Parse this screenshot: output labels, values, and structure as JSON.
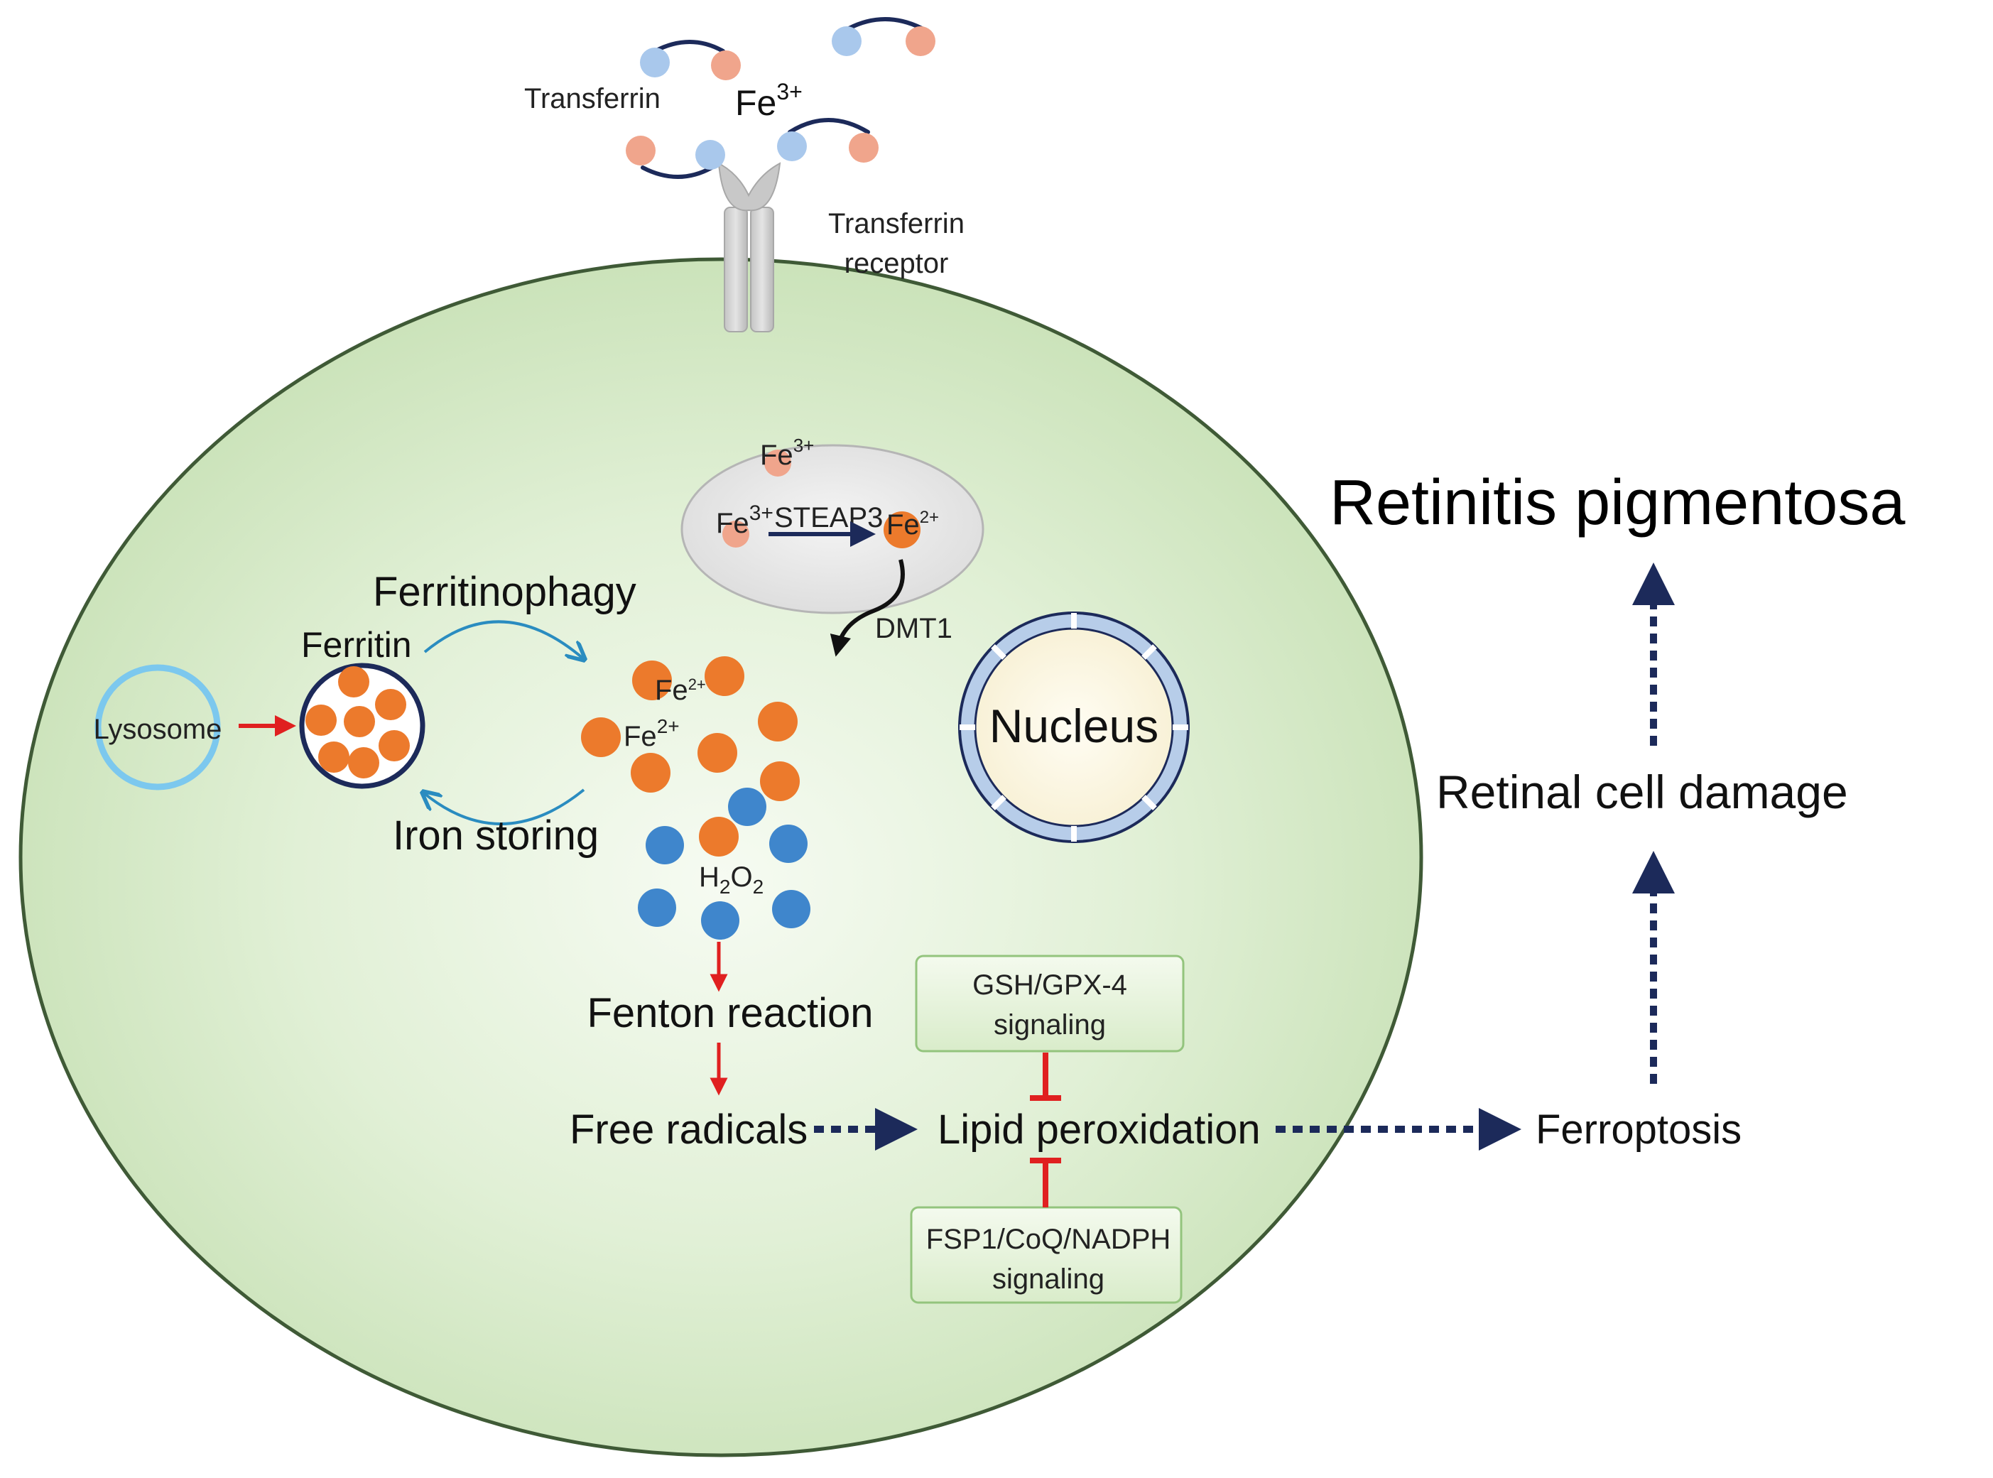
{
  "labels": {
    "transferrin": "Transferrin",
    "fe3_top": "Fe",
    "fe3_top_sup": "3+",
    "transferrin_receptor_line1": "Transferrin",
    "transferrin_receptor_line2": "receptor",
    "endosome_fe3": "Fe",
    "endosome_fe3_sup": "3+",
    "endosome_fe3_left": "Fe",
    "endosome_fe3_left_sup": "3+",
    "steap3": "STEAP3",
    "endosome_fe2": "Fe",
    "endosome_fe2_sup": "2+",
    "dmt1": "DMT1",
    "ferritinophagy": "Ferritinophagy",
    "ferritin": "Ferritin",
    "lysosome": "Lysosome",
    "iron_storing": "Iron storing",
    "pool_fe2_small": "Fe",
    "pool_fe2_small_sup": "2+",
    "pool_fe2": "Fe",
    "pool_fe2_sup": "2+",
    "nucleus": "Nucleus",
    "h2o2_h": "H",
    "h2o2_sub1": "2",
    "h2o2_o": "O",
    "h2o2_sub2": "2",
    "fenton_reaction": "Fenton reaction",
    "free_radicals": "Free radicals",
    "lipid_peroxidation": "Lipid peroxidation",
    "gsh_line1": "GSH/GPX-4",
    "gsh_line2": "signaling",
    "fsp1_line1": "FSP1/CoQ/NADPH",
    "fsp1_line2": "signaling",
    "ferroptosis": "Ferroptosis",
    "retinal_cell_damage": "Retinal cell damage",
    "retinitis_pigmentosa": "Retinitis pigmentosa"
  },
  "colors": {
    "cell_fill_center": "#f4faef",
    "cell_fill_edge": "#c9e2b8",
    "cell_stroke": "#3f5a36",
    "fe3_salmon": "#f0a58c",
    "fe2_orange": "#ec7a2c",
    "h2o2_blue": "#3f86cc",
    "transferrin_blue": "#a9c8ec",
    "navy": "#1c2a5a",
    "red_arrow": "#e02020",
    "teal_arrow": "#2a8cc0",
    "lysosome_ring": "#7cc8ee",
    "nucleus_fill": "#fdf8e4",
    "nucleus_ring": "#b7cde9",
    "box_fill": "#e6f2dc",
    "box_stroke": "#93c47d"
  },
  "icons": [
    "transferrin-iron-icon",
    "transferrin-receptor-icon",
    "fe3-ion-icon",
    "fe2-ion-icon",
    "h2o2-molecule-icon",
    "ferritin-icon",
    "lysosome-icon",
    "nucleus-icon",
    "inhibition-icon"
  ]
}
